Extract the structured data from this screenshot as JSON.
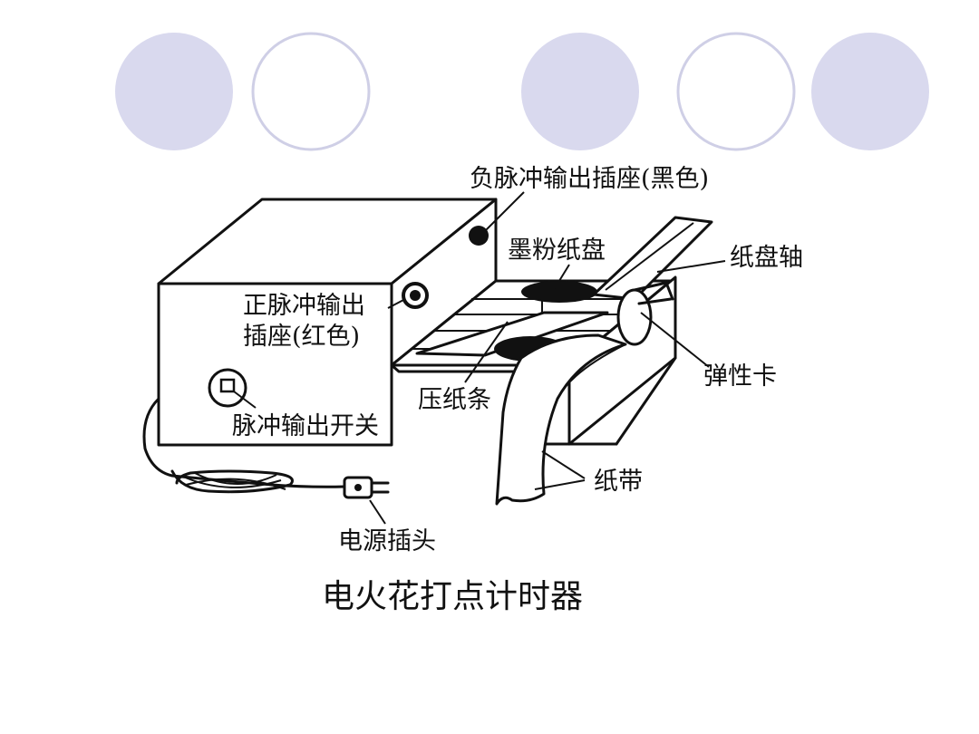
{
  "decor": {
    "circle_fill": "#d9d9ee",
    "circle_stroke": "#cfcfe6"
  },
  "labels": {
    "negative_socket": "负脉冲输出插座(黑色)",
    "toner_disk": "墨粉纸盘",
    "disk_axle": "纸盘轴",
    "positive_socket_line1": "正脉冲输出",
    "positive_socket_line2": "插座(红色)",
    "spring_clip": "弹性卡",
    "press_strip": "压纸条",
    "pulse_switch": "脉冲输出开关",
    "paper_tape": "纸带",
    "power_plug": "电源插头"
  },
  "caption": "电火花打点计时器"
}
